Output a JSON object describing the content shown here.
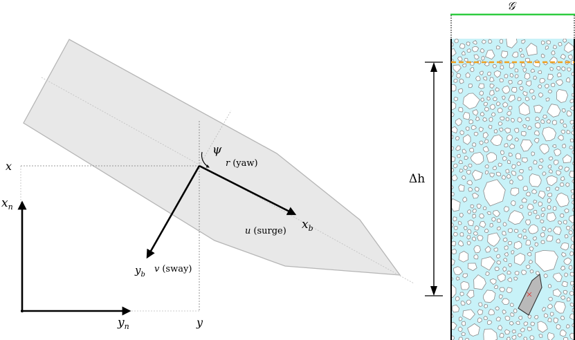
{
  "vessel_frame": {
    "labels": {
      "x": "x",
      "y": "y",
      "xn": "x",
      "xn_sub": "n",
      "yn": "y",
      "yn_sub": "n",
      "xb": "x",
      "xb_sub": "b",
      "yb": "y",
      "yb_sub": "b",
      "psi": "ψ",
      "yaw_sym": "r",
      "yaw_text": "(yaw)",
      "surge_sym": "u",
      "surge_text": "(surge)",
      "sway_sym": "v",
      "sway_text": "(sway)"
    }
  },
  "ice_field": {
    "goal_label": "𝒢",
    "delta_label": "Δh",
    "colors": {
      "water": "#c8f2f8",
      "goal_line": "#2ecc40",
      "target_line": "#f0a020",
      "floe_fill": "#ffffff",
      "floe_stroke": "#8a8a8a",
      "ship_fill": "#b9b9b9"
    }
  }
}
